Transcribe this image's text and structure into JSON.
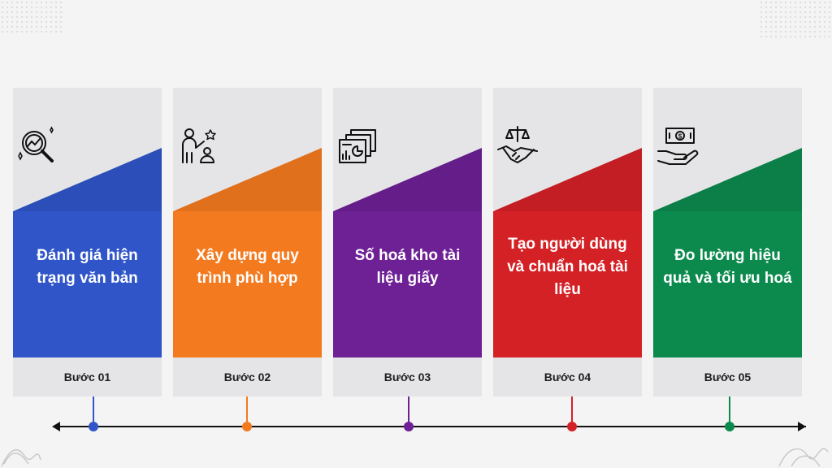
{
  "steps": [
    {
      "title": "Đánh giá hiện trạng văn bản",
      "label": "Bước 01",
      "color": "#2f55c8",
      "icon": "magnifier-analysis-icon"
    },
    {
      "title": "Xây dựng quy trình phù hợp",
      "label": "Bước 02",
      "color": "#f47a1f",
      "icon": "people-star-icon"
    },
    {
      "title": "Số hoá kho tài liệu giấy",
      "label": "Bước 03",
      "color": "#6e2095",
      "icon": "documents-chart-icon"
    },
    {
      "title": "Tạo người dùng và chuẩn hoá tài liệu",
      "label": "Bước 04",
      "color": "#d42126",
      "icon": "scales-handshake-icon"
    },
    {
      "title": "Đo lường hiệu quả và tối ưu hoá",
      "label": "Bước 05",
      "color": "#0c8a4e",
      "icon": "money-hand-icon"
    }
  ]
}
